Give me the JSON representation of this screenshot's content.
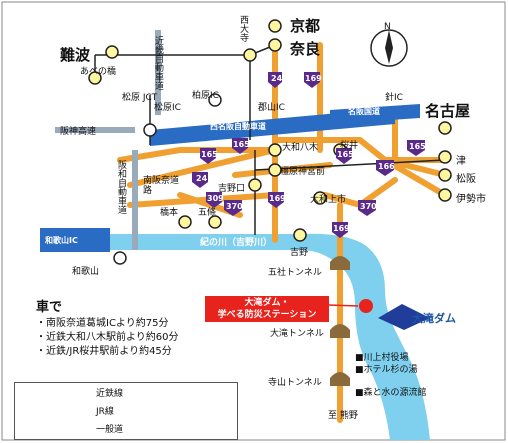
{
  "cities": {
    "kyoto": "京都",
    "nara": "奈良",
    "namba": "難波",
    "nagoya": "名古屋",
    "tsu": "津",
    "matsusaka": "松阪",
    "iseshi": "伊勢市",
    "saidaiji": "西大寺",
    "abenobashi": "あべの橋",
    "kashihara_ic": "柏原IC",
    "matsubara_jct": "松原\nJCT",
    "matsubara_ic": "松原IC",
    "kooriyama_ic": "郡山IC",
    "hari_ic": "針IC",
    "yamato_yagi": "大和八木",
    "sakurai": "桜井",
    "kashihara_jingumae": "橿原神宮前",
    "yoshinoguchi": "吉野口",
    "hashimoto": "橋本",
    "gojo": "五條",
    "yamato_kamiichi": "大和上市",
    "yoshino": "吉野",
    "wakayama_ic": "和歌山IC",
    "wakayama": "和歌山",
    "goshadama_tunnel": "五社トンネル",
    "otaki_tunnel": "大滝トンネル",
    "terayama_tunnel": "寺山トンネル",
    "to_kumano": "至 熊野"
  },
  "roads": {
    "hanshin": "阪神高速",
    "nishi_meihan": "西名阪自動車道",
    "meihan": "名阪国道",
    "kinki_expwy": "近畿自動車道",
    "hanwa_expwy": "阪和自動車道",
    "minami_hanna": "南阪奈道路"
  },
  "route_numbers": [
    "24",
    "169",
    "165",
    "165",
    "165",
    "165",
    "166",
    "24",
    "309",
    "370",
    "169",
    "169",
    "370"
  ],
  "river": "紀の川（吉野川）",
  "dam": "大滝ダム",
  "callout": {
    "line1": "大滝ダム・",
    "line2": "学べる防災ステーション"
  },
  "facilities": [
    "■川上村役場",
    "■ホテル杉の湯",
    "■森と水の源流館"
  ],
  "car": {
    "title": "車で",
    "lines": [
      "・南阪奈道葛城ICより約75分",
      "・近鉄大和八木駅前より約60分",
      "・近鉄/JR桜井駅前より約45分"
    ]
  },
  "legend": {
    "kintetsu": "近鉄線",
    "jr": "JR線",
    "general_road": "一般道"
  },
  "compass": "N",
  "colors": {
    "road": "#f0a030",
    "expressway": "#2a6cc4",
    "river": "#7fd0ee",
    "route_shield": "#5a2a8a",
    "station_fill": "#fff6a0",
    "dam": "#1f3d99",
    "callout": "#e8221c"
  }
}
